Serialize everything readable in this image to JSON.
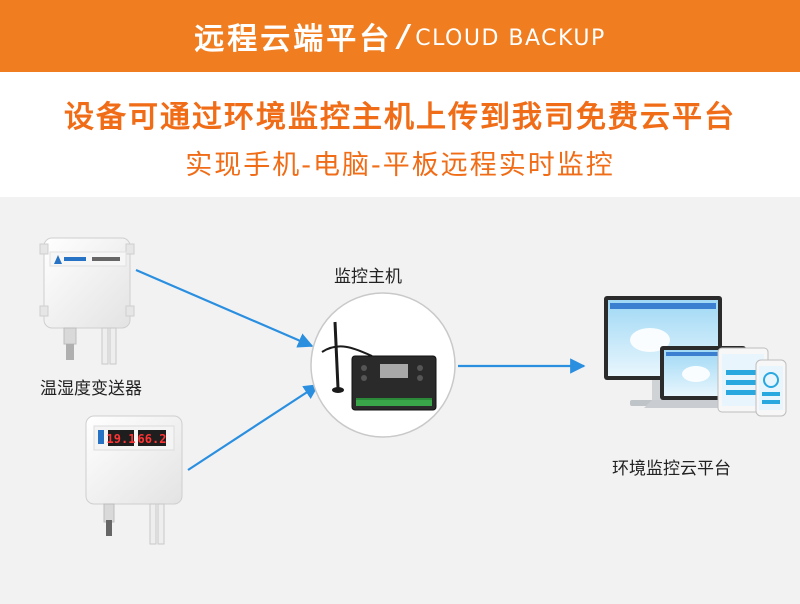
{
  "banner": {
    "title_cn": "远程云端平台",
    "slash": "/",
    "title_en": "CLOUD BACKUP"
  },
  "headline": "设备可通过环境监控主机上传到我司免费云平台",
  "subline": "实现手机-电脑-平板远程实时监控",
  "diagram": {
    "hub_label": "监控主机",
    "sensor_label": "温湿度变送器",
    "cloud_label": "环境监控云平台",
    "display_left": "19.1",
    "display_right": "66.2"
  },
  "colors": {
    "banner": "#f07d1f",
    "accent_text": "#f06c17",
    "arrow": "#2b8fe0",
    "panel": "#f2f2f3"
  }
}
